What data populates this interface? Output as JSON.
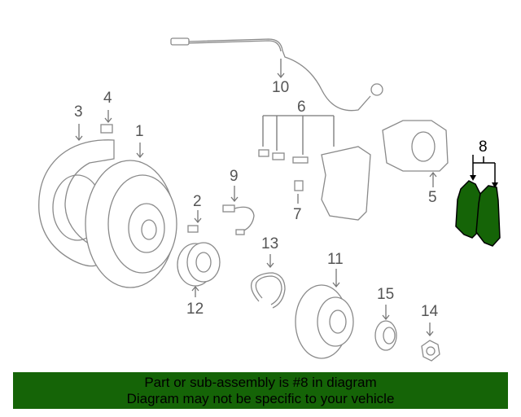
{
  "diagram": {
    "labels": [
      "1",
      "2",
      "3",
      "4",
      "5",
      "6",
      "7",
      "8",
      "9",
      "10",
      "11",
      "12",
      "13",
      "14",
      "15"
    ],
    "highlighted_part": "8",
    "highlight_color": "#156407"
  },
  "banner": {
    "line1": "Part or sub-assembly is #8 in diagram",
    "line2": "Diagram may not be specific to your vehicle",
    "background": "#156407"
  }
}
